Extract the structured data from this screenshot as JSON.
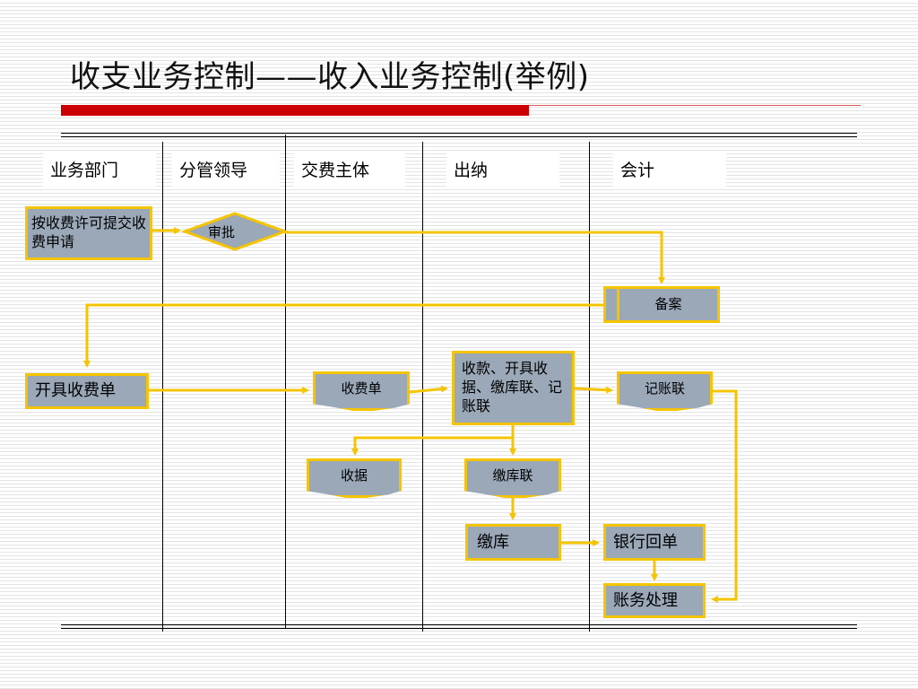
{
  "slide": {
    "title": "收支业务控制——收入业务控制(举例)"
  },
  "lanes": [
    {
      "label": "业务部门"
    },
    {
      "label": "分管领导"
    },
    {
      "label": "交费主体"
    },
    {
      "label": "出纳"
    },
    {
      "label": "会计"
    }
  ],
  "nodes": {
    "apply": "按收费许可提交收费申请",
    "approve": "审批",
    "filing": "备案",
    "issue_bill": "开具收费单",
    "fee_bill": "收费单",
    "collect": "收款、开具收据、缴库联、记账联",
    "record_copy": "记账联",
    "receipt": "收据",
    "deposit_copy": "缴库联",
    "deposit": "缴库",
    "bank_slip": "银行回单",
    "accounting": "账务处理"
  },
  "colors": {
    "accent_red": "#cc0000",
    "connector": "#f5c400",
    "node_fill": "#9aa8b8"
  }
}
